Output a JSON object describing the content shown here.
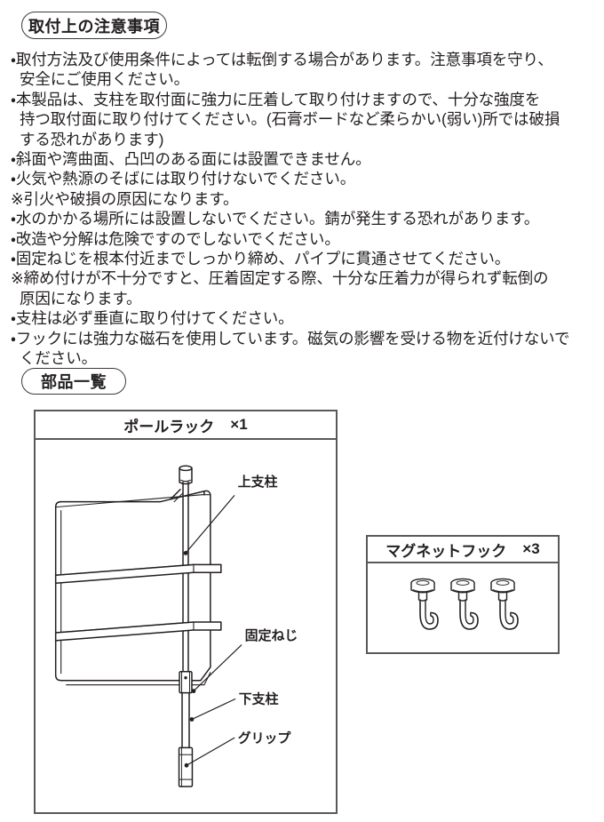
{
  "sections": {
    "install_warning": {
      "badge": "取付上の注意事項",
      "lines": [
        {
          "text": "・取付方法及び使用条件によっては転倒する場合があります。注意事項を守り、",
          "cont": false
        },
        {
          "text": "安全にご使用ください。",
          "cont": true
        },
        {
          "text": "・本製品は、支柱を取付面に強力に圧着して取り付けますので、十分な強度を",
          "cont": false
        },
        {
          "text": "持つ取付面に取り付けてください。(石膏ボードなど柔らかい(弱い)所では破損",
          "cont": true
        },
        {
          "text": "する恐れがあります)",
          "cont": true
        },
        {
          "text": "・斜面や湾曲面、凸凹のある面には設置できません。",
          "cont": false
        },
        {
          "text": "・火気や熱源のそばには取り付けないでください。",
          "cont": false
        },
        {
          "text": "※引火や破損の原因になります。",
          "cont": false
        },
        {
          "text": "・水のかかる場所には設置しないでください。錆が発生する恐れがあります。",
          "cont": false
        },
        {
          "text": "・改造や分解は危険ですのでしないでください。",
          "cont": false
        },
        {
          "text": "・固定ねじを根本付近までしっかり締め、パイプに貫通させてください。",
          "cont": false
        },
        {
          "text": "※締め付けが不十分ですと、圧着固定する際、十分な圧着力が得られず転倒の",
          "cont": false
        },
        {
          "text": "原因になります。",
          "cont": true
        },
        {
          "text": "・支柱は必ず垂直に取り付けてください。",
          "cont": false
        },
        {
          "text": "・フックには強力な磁石を使用しています。磁気の影響を受ける物を近付けないで",
          "cont": false
        },
        {
          "text": "ください。",
          "cont": true
        }
      ]
    },
    "parts_list": {
      "badge": "部品一覧",
      "items": [
        {
          "name": "ポールラック",
          "quantity": "×1",
          "callouts": [
            {
              "label": "上支柱"
            },
            {
              "label": "固定ねじ"
            },
            {
              "label": "下支柱"
            },
            {
              "label": "グリップ"
            }
          ]
        },
        {
          "name": "マグネットフック",
          "quantity": "×3",
          "callouts": []
        }
      ]
    }
  },
  "colors": {
    "ink": "#231f20",
    "box_border": "#58595b",
    "line": "#231f20",
    "page_bg": "#ffffff"
  }
}
